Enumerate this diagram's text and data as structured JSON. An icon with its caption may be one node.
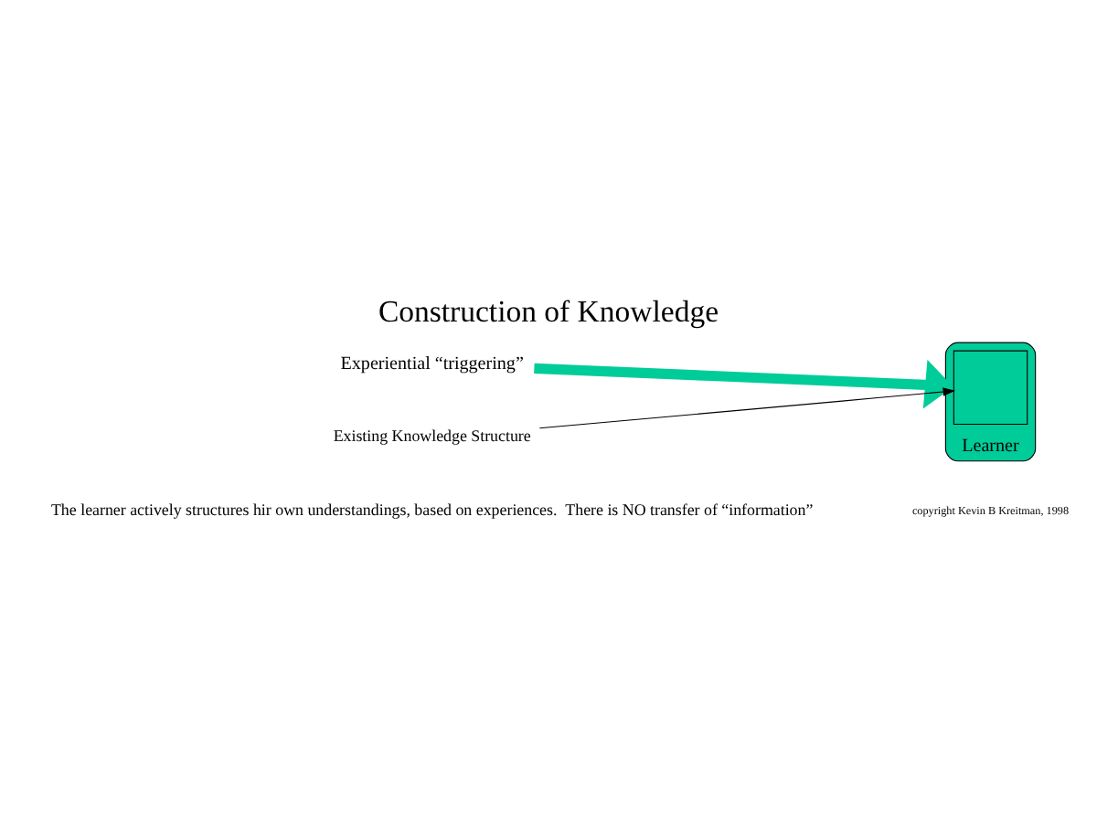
{
  "diagram": {
    "title": "Construction of Knowledge",
    "caption": "copyright Kevin B Kreitman, 1998",
    "nodes": [
      {
        "text": [
          "Learner"
        ]
      },
      {
        "text": [],
        "shape": "box",
        "in": 0
      },
      {
        "text": [
          "Experiential “triggering”"
        ]
      },
      {
        "text": [
          "Existing Knowledge Structure"
        ]
      }
    ],
    "edges": [
      {
        "from": 2,
        "to": 0,
        "arrow": "to",
        "style": "thick",
        "color": "#00cc99"
      },
      {
        "from": 3,
        "to": 1,
        "arrow": "to",
        "color": "#000000"
      }
    ],
    "labels": [
      "The learner actively structures hir own understandings, based on experiences.  There is NO transfer of “information”"
    ]
  }
}
